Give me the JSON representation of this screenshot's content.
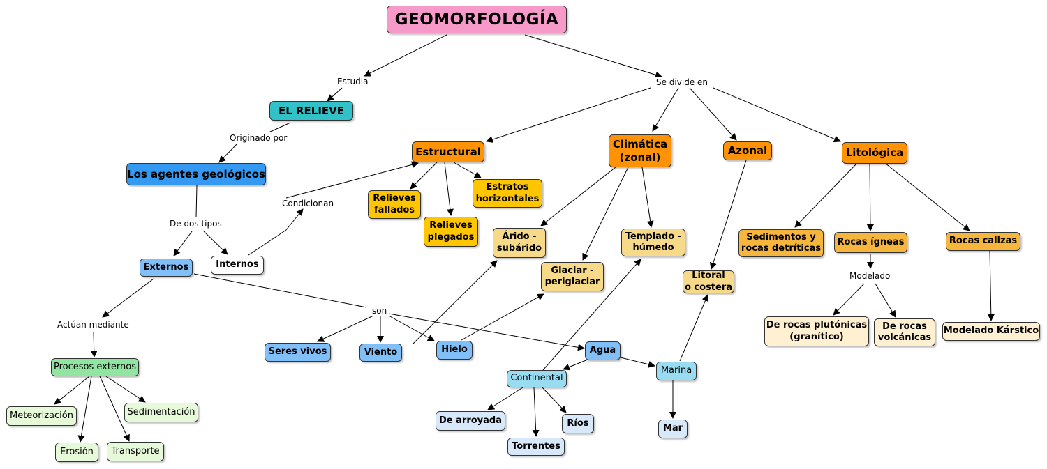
{
  "colors": {
    "title": "#f79ac9",
    "teal": "#33c1c8",
    "blue": "#3399f3",
    "orange": "#ff9205",
    "yellow": "#ffc600",
    "tan": "#f7d98a",
    "light_orange": "#f6b53c",
    "cream": "#fff0d1",
    "mid_blue": "#80bff7",
    "light_blue": "#99dcf2",
    "pale_blue": "#d6e8fa",
    "green": "#90e6a0",
    "pale_green": "#e6fada",
    "white": "#ffffff"
  },
  "nodes": {
    "geomorfologia": "GEOMORFOLOGÍA",
    "el_relieve": "EL RELIEVE",
    "agentes": "Los agentes geológicos",
    "externos": "Externos",
    "internos": "Internos",
    "procesos_externos": "Procesos externos",
    "meteorizacion": "Meteorización",
    "erosion": "Erosión",
    "transporte": "Transporte",
    "sedimentacion": "Sedimentación",
    "estructural": "Estructural",
    "relieves_fallados": "Relieves\nfallados",
    "relieves_plegados": "Relieves\nplegados",
    "estratos": "Estratos\nhorizontales",
    "climatica": "Climática\n(zonal)",
    "arido": "Árido -\nsubárido",
    "glaciar": "Glaciar -\nperiglaciar",
    "templado": "Templado -\nhúmedo",
    "azonal": "Azonal",
    "litoral": "Litoral\no costera",
    "litologica": "Litológica",
    "sedimentos": "Sedimentos y\nrocas detríticas",
    "igneas": "Rocas ígneas",
    "calizas": "Rocas calizas",
    "plutonicas": "De rocas plutónicas\n(granítico)",
    "volcanicas": "De rocas\nvolcánicas",
    "karstico": "Modelado Kárstico",
    "seres_vivos": "Seres vivos",
    "viento": "Viento",
    "hielo": "Hielo",
    "agua": "Agua",
    "continental": "Continental",
    "marina": "Marina",
    "arroyada": "De arroyada",
    "torrentes": "Torrentes",
    "rios": "Ríos",
    "mar": "Mar"
  },
  "labels": {
    "estudia": "Estudia",
    "se_divide": "Se divide en",
    "originado": "Originado por",
    "dos_tipos": "De dos tipos",
    "condicionan": "Condicionan",
    "actuan": "Actúan mediante",
    "son": "son",
    "modelado": "Modelado"
  }
}
